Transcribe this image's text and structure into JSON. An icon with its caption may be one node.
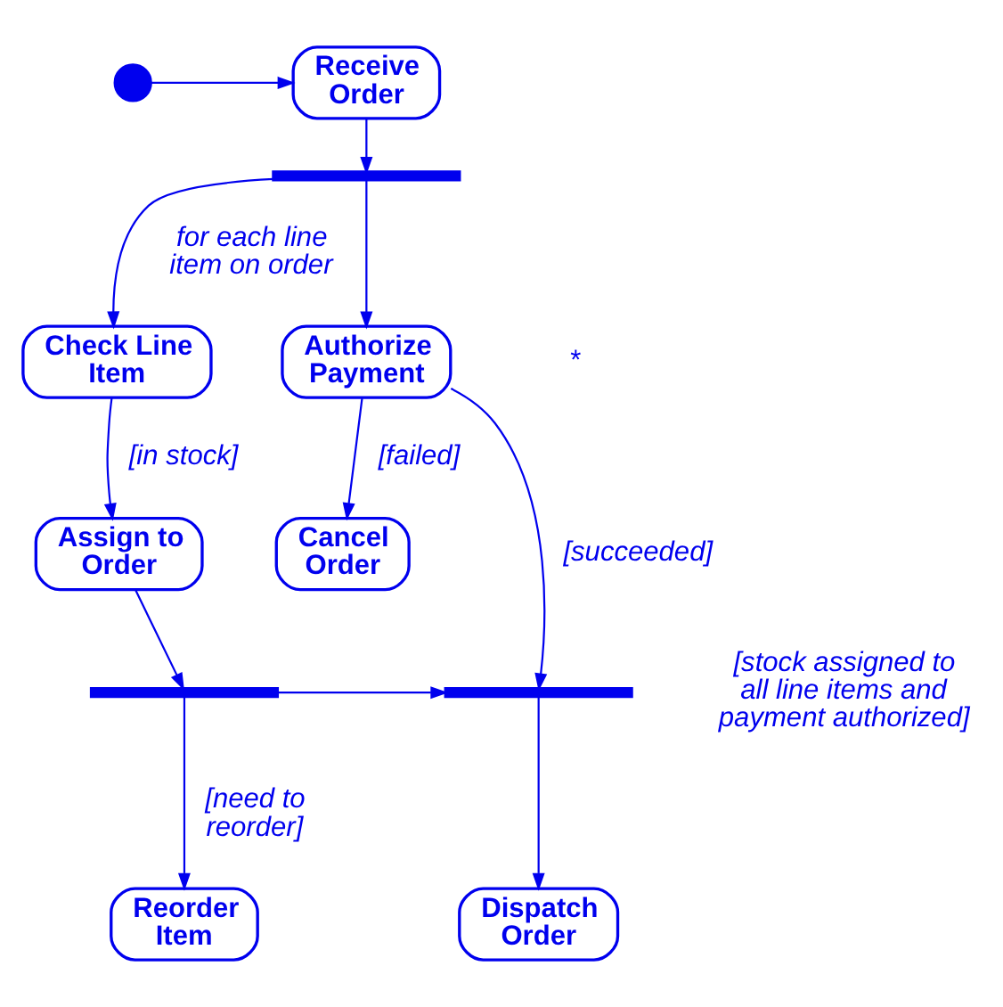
{
  "diagram": {
    "nodes": [
      {
        "text": [],
        "shape": "circle"
      },
      {
        "text": [
          "Receive Order"
        ]
      },
      {
        "text": [],
        "shape": "bar"
      },
      {
        "text": [
          "Authorize Payment"
        ]
      },
      {
        "text": [
          "Check Line Item"
        ]
      },
      {
        "text": [
          "Cancel Order"
        ]
      },
      {
        "text": [
          "Assign to Order"
        ]
      },
      {
        "text": [],
        "shape": "bar"
      },
      {
        "text": [],
        "shape": "bar",
        "beside": [
          "[stock assigned to all line items and payment authorized]"
        ]
      },
      {
        "text": [
          "Dispatch Order"
        ]
      },
      {
        "text": [
          "Reorder Item"
        ]
      }
    ],
    "edges": [
      {
        "from": 0,
        "to": 1,
        "arrow": "to"
      },
      {
        "from": 1,
        "to": 2,
        "arrow": "to"
      },
      {
        "from": 2,
        "to": 3,
        "arrow": "to"
      },
      {
        "from": 2,
        "to": 4,
        "arrow": "to",
        "label": "for each line item on order"
      },
      {
        "from": 3,
        "to": 5,
        "arrow": "to",
        "label": "[failed]"
      },
      {
        "from": 3,
        "to": 8,
        "arrow": "to",
        "label": "[succeeded]"
      },
      {
        "from": 4,
        "to": 6,
        "arrow": "to",
        "label": "[in stock]"
      },
      {
        "from": 6,
        "to": 7,
        "arrow": "to"
      },
      {
        "from": 7,
        "to": 8,
        "arrow": "to"
      },
      {
        "from": 7,
        "to": 10,
        "arrow": "to",
        "label": "[need to reorder]"
      },
      {
        "from": 8,
        "to": 9,
        "arrow": "to"
      }
    ],
    "labels": [
      "*"
    ]
  }
}
